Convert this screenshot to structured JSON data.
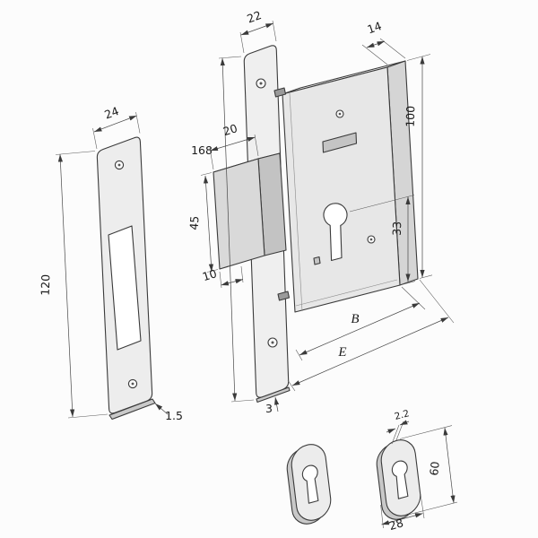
{
  "dims": {
    "strike_plate": {
      "width": "24",
      "height": "120",
      "thickness": "1.5"
    },
    "forend": {
      "width": "22",
      "height": "168",
      "thickness": "3"
    },
    "case": {
      "depth": "14",
      "height": "100",
      "cylinder_to_bottom": "33",
      "backset_label": "B",
      "overall_depth_label": "E"
    },
    "bolt": {
      "width": "20",
      "height": "45",
      "throw": "10"
    },
    "escutcheon": {
      "thickness": "2.2",
      "height": "60",
      "width": "28"
    }
  },
  "colors": {
    "line": "#3a3a3a",
    "dimension_line": "#474747",
    "metal_light": "#f5f5f5",
    "metal_mid": "#e7e7e7",
    "metal_dark": "#cfcfcf",
    "background": "#fcfcfc"
  }
}
